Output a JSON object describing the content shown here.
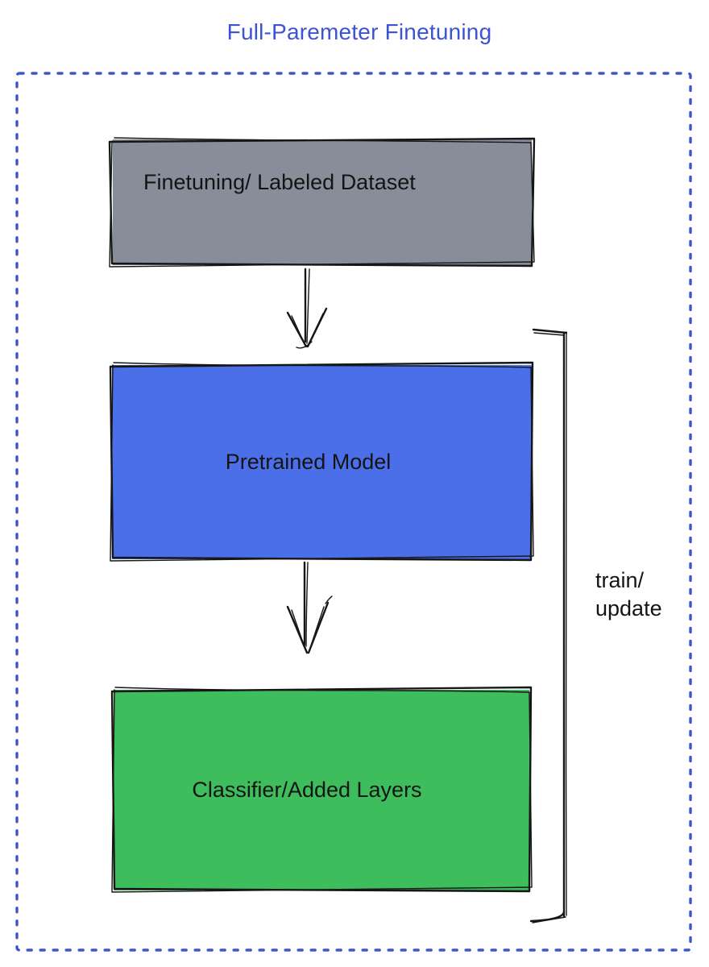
{
  "title": {
    "text": "Full-Paremeter Finetuning",
    "color": "#3C53D2"
  },
  "frame": {
    "style": "dotted",
    "border_color": "#3D55CF"
  },
  "boxes": [
    {
      "id": "finetuning-dataset",
      "label": "Finetuning/ Labeled Dataset",
      "fill": "#878E99"
    },
    {
      "id": "pretrained-model",
      "label": "Pretrained Model",
      "fill": "#4B6FE8"
    },
    {
      "id": "classifier-added-layers",
      "label": "Classifier/Added Layers",
      "fill": "#3EBD5D"
    }
  ],
  "connectors": {
    "arrow_1": "finetuning-dataset -> pretrained-model",
    "arrow_2": "pretrained-model -> classifier-added-layers",
    "bracket": "spans pretrained-model and classifier-added-layers"
  },
  "annotation": {
    "line1": "train/",
    "line2": "update"
  },
  "ink_color": "#161616"
}
